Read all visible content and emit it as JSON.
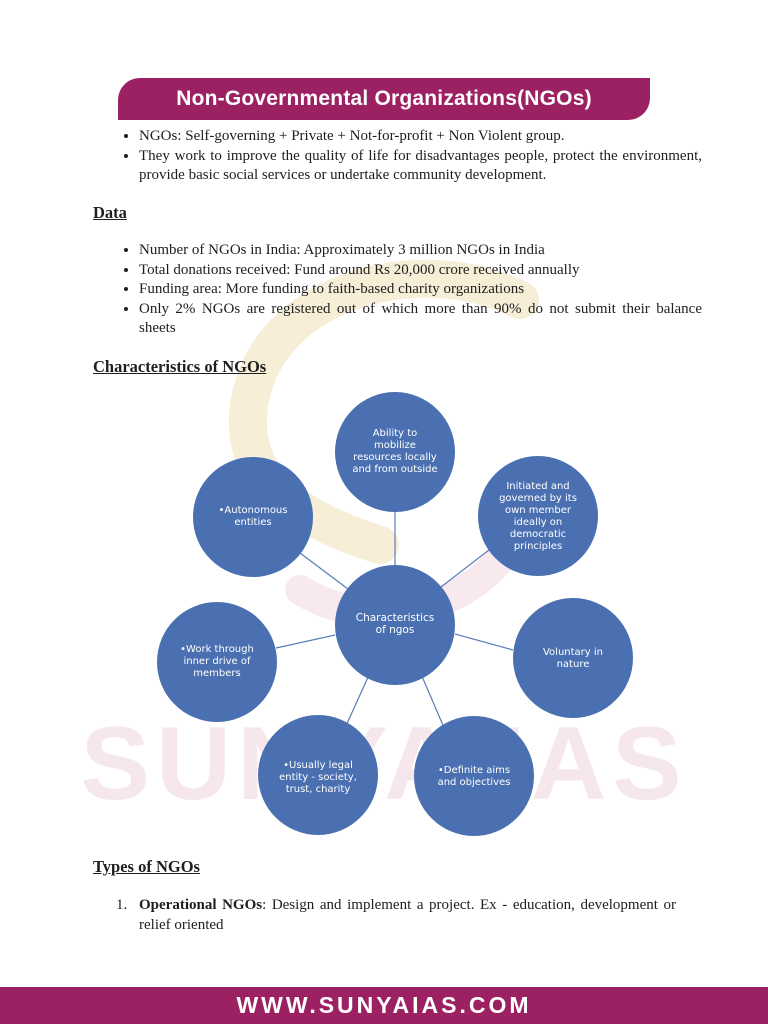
{
  "title": "Non-Governmental Organizations(NGOs)",
  "intro": [
    "NGOs: Self-governing + Private + Not-for-profit + Non Violent group.",
    "They work to improve the quality of life for disadvantages people, protect the environment, provide basic social services or undertake community development."
  ],
  "data_section": {
    "heading": "Data",
    "items": [
      "Number of NGOs in India: Approximately 3 million NGOs in India",
      "Total donations received: Fund around Rs 20,000 crore received annually",
      "Funding area: More funding to faith-based charity organizations",
      "Only 2% NGOs are registered out of which more than 90% do not submit their balance sheets"
    ]
  },
  "characteristics": {
    "heading": "Characteristics of NGOs",
    "center": "Characteristics\nof ngos",
    "nodes": [
      "Ability to\nmobilize\nresources locally\nand from outside",
      "Initiated and\ngoverned by its\nown member\nideally on\ndemocratic\nprinciples",
      "Voluntary in\nnature",
      "•Definite aims\nand objectives",
      "•Usually legal\nentity - society,\ntrust, charity",
      "•Work through\ninner drive of\nmembers",
      "•Autonomous\nentities"
    ],
    "node_color": "#4a70b1"
  },
  "types": {
    "heading": "Types of NGOs",
    "items": [
      {
        "number": "1.",
        "term": "Operational NGOs",
        "text": ": Design and implement a project. Ex - education, development or relief oriented"
      }
    ]
  },
  "watermark": "SUNYA IAS",
  "footer": "WWW.SUNYAIAS.COM",
  "colors": {
    "brand": "#9c2163",
    "node": "#4a70b1"
  }
}
